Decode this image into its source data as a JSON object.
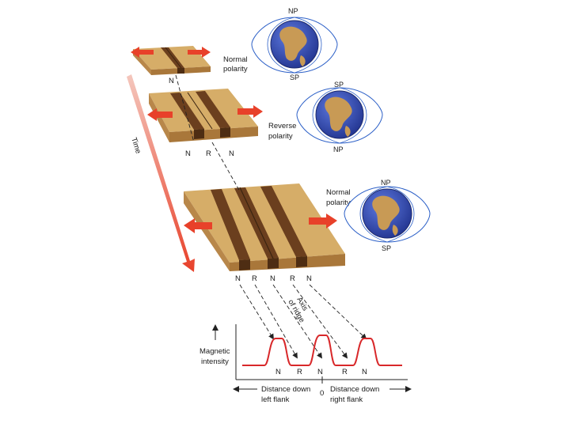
{
  "blocks": [
    {
      "polarity_label": [
        "Normal",
        "polarity"
      ],
      "stripe_labels": [
        "N"
      ],
      "globe_top_pole": "NP",
      "globe_bottom_pole": "SP"
    },
    {
      "polarity_label": [
        "Reverse",
        "polarity"
      ],
      "stripe_labels": [
        "N",
        "R",
        "N"
      ],
      "globe_top_pole": "SP",
      "globe_bottom_pole": "NP"
    },
    {
      "polarity_label": [
        "Normal",
        "polarity"
      ],
      "stripe_labels": [
        "N",
        "R",
        "N",
        "R",
        "N"
      ],
      "globe_top_pole": "NP",
      "globe_bottom_pole": "SP"
    }
  ],
  "time_label": "Time",
  "ridge_axis_label": [
    "Axis",
    "of ridge"
  ],
  "graph": {
    "y_label": [
      "Magnetic",
      "intensity"
    ],
    "profile_labels": [
      "N",
      "R",
      "N",
      "R",
      "N"
    ],
    "x_left_label": [
      "Distance down",
      "left flank"
    ],
    "x_right_label": [
      "Distance down",
      "right flank"
    ],
    "x_origin": "0"
  },
  "colors": {
    "crust": "#d6ad68",
    "crust_side": "#a9773a",
    "stripe": "#6b3f1e",
    "arrow": "#e8412a",
    "profile": "#d8282a",
    "ocean": "#2f49b8",
    "land": "#c89a55",
    "field_line": "#2b5fc7"
  }
}
